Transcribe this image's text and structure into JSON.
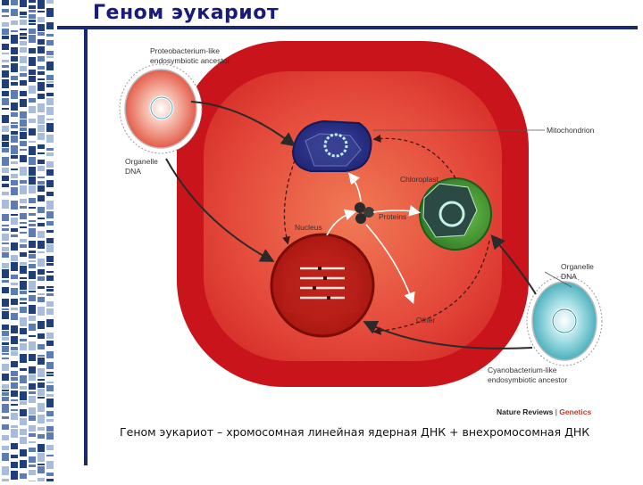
{
  "slide": {
    "title": "Геном эукариот",
    "caption": "Геном эукариот – хромосомная линейная ядерная ДНК + внехромосомная ДНК"
  },
  "figure": {
    "labels": {
      "proteobacterium_line1": "Proteobacterium-like",
      "proteobacterium_line2": "endosymbiotic ancestor",
      "organelle_dna_left_1": "Organelle",
      "organelle_dna_left_2": "DNA",
      "mitochondrion": "Mitochondrion",
      "chloroplast": "Chloroplast",
      "nucleus": "Nucleus",
      "proteins": "Proteins",
      "other": "Other",
      "organelle_dna_right_1": "Organelle",
      "organelle_dna_right_2": "DNA",
      "cyanobacterium_line1": "Cyanobacterium-like",
      "cyanobacterium_line2": "endosymbiotic ancestor"
    },
    "credit": {
      "journal": "Nature Reviews",
      "separator": "|",
      "section": "Genetics"
    }
  },
  "colors": {
    "title": "#1a1a7a",
    "rule": "#1a2a6c",
    "cell_wall": "#c8141a",
    "cytoplasm": "#e24a3a",
    "mitochondrion": "#2a2f86",
    "chloroplast": "#3c8b2e",
    "cyanobacterium": "#4fb8c4",
    "proteobacterium": "#e86a4a",
    "genetics_accent": "#c0392b"
  }
}
